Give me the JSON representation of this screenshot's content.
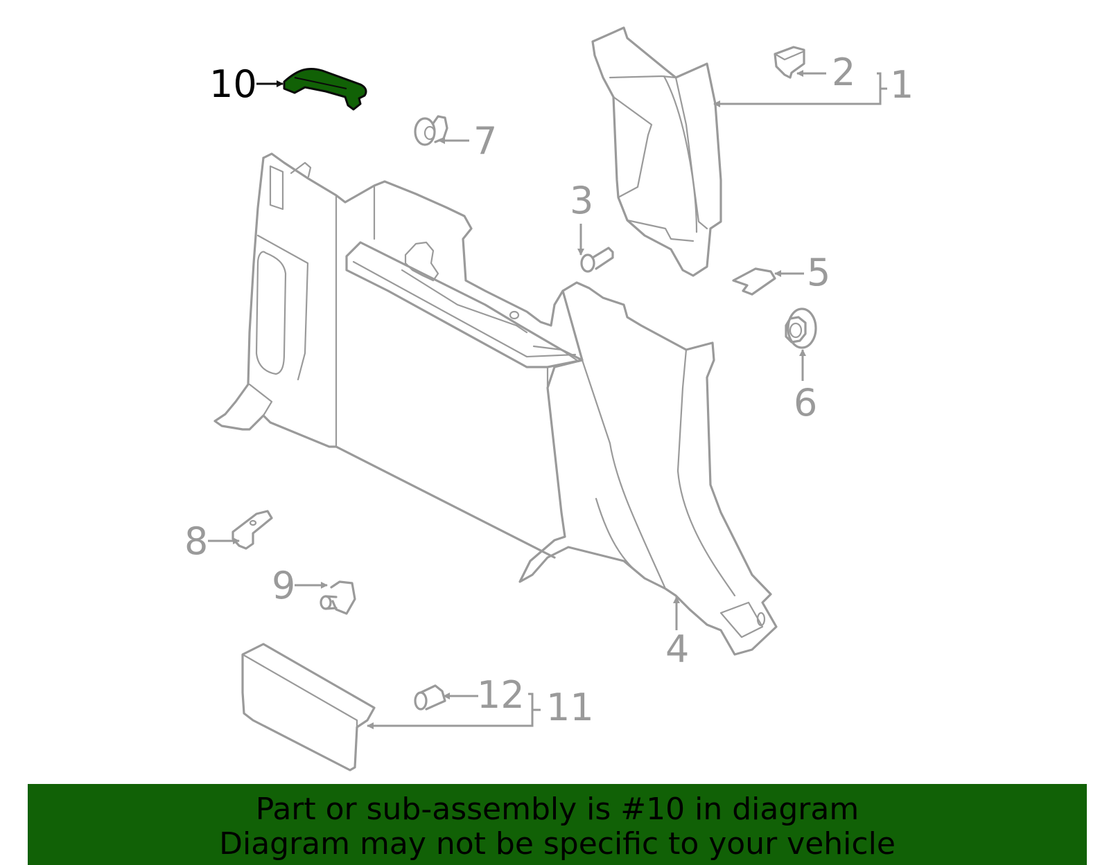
{
  "callouts": {
    "c1": "1",
    "c2": "2",
    "c3": "3",
    "c4": "4",
    "c5": "5",
    "c6": "6",
    "c7": "7",
    "c8": "8",
    "c9": "9",
    "c10": "10",
    "c11": "11",
    "c12": "12"
  },
  "highlight": {
    "part": "10",
    "color": "#116106"
  },
  "line_color": "#9a9a9a",
  "banner": {
    "line1": "Part or sub-assembly is #10 in diagram",
    "line2": "Diagram may not be specific to your vehicle",
    "background": "#116106"
  }
}
